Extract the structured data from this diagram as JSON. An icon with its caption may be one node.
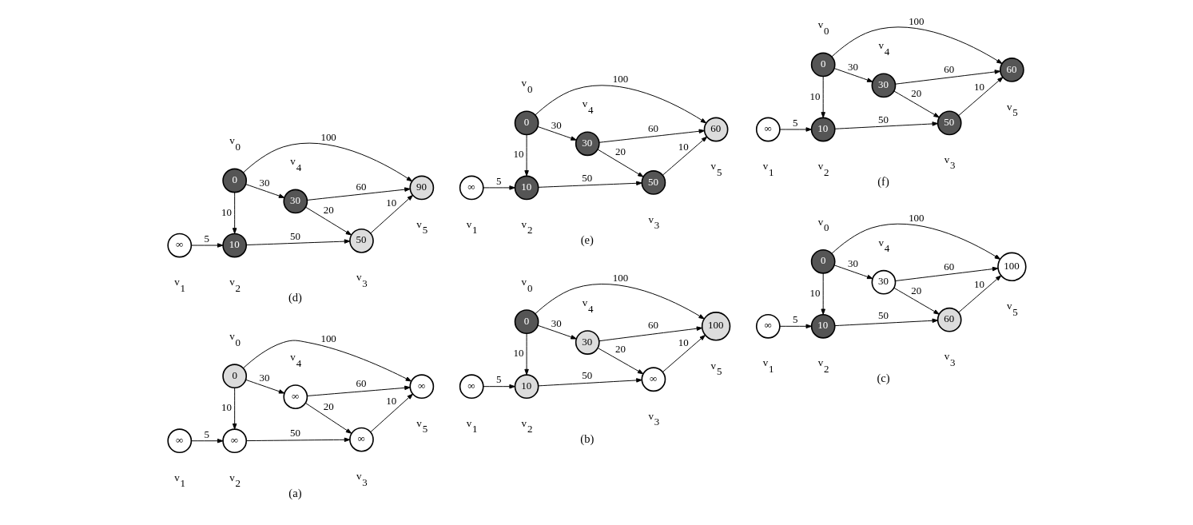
{
  "diagram": {
    "nodes": [
      {
        "text": [
          "0"
        ],
        "beside": [
          "v$_{0}$"
        ]
      },
      {
        "text": [
          "∞"
        ],
        "beside": [
          "v$_{4}$"
        ]
      },
      {
        "text": [
          "∞"
        ],
        "beside": [
          "v$_{2}$"
        ]
      },
      {
        "text": [
          "∞"
        ],
        "beside": [
          "v$_{3}$"
        ]
      },
      {
        "text": [
          "∞"
        ],
        "beside": [
          "v$_{5}$"
        ]
      },
      {
        "text": [
          "∞"
        ],
        "beside": [
          "v$_{1}$"
        ]
      },
      {
        "text": [
          "0"
        ],
        "beside": [
          "v$_{0}$"
        ]
      },
      {
        "text": [
          "30"
        ],
        "beside": [
          "v$_{4}$"
        ]
      },
      {
        "text": [
          "10"
        ],
        "beside": [
          "v$_{2}$"
        ]
      },
      {
        "text": [
          "∞"
        ],
        "beside": [
          "v$_{3}$"
        ]
      },
      {
        "text": [
          "100"
        ],
        "beside": [
          "v$_{5}$"
        ]
      },
      {
        "text": [
          "∞"
        ],
        "beside": [
          "v$_{1}$"
        ]
      },
      {
        "text": [
          "0"
        ],
        "beside": [
          "v$_{0}$"
        ]
      },
      {
        "text": [
          "30"
        ],
        "beside": [
          "v$_{4}$"
        ]
      },
      {
        "text": [
          "10"
        ],
        "beside": [
          "v$_{2}$"
        ]
      },
      {
        "text": [
          "60"
        ],
        "beside": [
          "v$_{3}$"
        ]
      },
      {
        "text": [
          "100"
        ],
        "beside": [
          "v$_{5}$"
        ]
      },
      {
        "text": [
          "∞"
        ],
        "beside": [
          "v$_{1}$"
        ]
      },
      {
        "text": [
          "0"
        ],
        "beside": [
          "v$_{0}$"
        ]
      },
      {
        "text": [
          "30"
        ],
        "beside": [
          "v$_{4}$"
        ]
      },
      {
        "text": [
          "10"
        ],
        "beside": [
          "v$_{2}$"
        ]
      },
      {
        "text": [
          "50"
        ],
        "beside": [
          "v$_{3}$"
        ]
      },
      {
        "text": [
          "90"
        ],
        "beside": [
          "v$_{5}$"
        ]
      },
      {
        "text": [
          "∞"
        ],
        "beside": [
          "v$_{1}$"
        ]
      },
      {
        "text": [
          "0"
        ],
        "beside": [
          "v$_{0}$"
        ]
      },
      {
        "text": [
          "30"
        ],
        "beside": [
          "v$_{4}$"
        ]
      },
      {
        "text": [
          "10"
        ],
        "beside": [
          "v$_{2}$"
        ]
      },
      {
        "text": [
          "50"
        ],
        "beside": [
          "v$_{3}$"
        ]
      },
      {
        "text": [
          "60"
        ],
        "beside": [
          "v$_{5}$"
        ]
      },
      {
        "text": [
          "∞"
        ],
        "beside": [
          "v$_{1}$"
        ]
      },
      {
        "text": [
          "0"
        ],
        "beside": [
          "v$_{0}$"
        ]
      },
      {
        "text": [
          "30"
        ],
        "beside": [
          "v$_{4}$"
        ]
      },
      {
        "text": [
          "10"
        ],
        "beside": [
          "v$_{2}$"
        ]
      },
      {
        "text": [
          "50"
        ],
        "beside": [
          "v$_{3}$"
        ]
      },
      {
        "text": [
          "60"
        ],
        "beside": [
          "v$_{5}$"
        ]
      },
      {
        "text": [
          "∞"
        ],
        "beside": [
          "v$_{1}$"
        ]
      }
    ],
    "edges": [
      {
        "from": 0,
        "to": 4,
        "arrow": "to",
        "label": "100"
      },
      {
        "from": 0,
        "to": 1,
        "arrow": "to",
        "label": "30"
      },
      {
        "from": 0,
        "to": 2,
        "arrow": "to",
        "label": "10"
      },
      {
        "from": 1,
        "to": 3,
        "arrow": "to",
        "label": "20"
      },
      {
        "from": 1,
        "to": 4,
        "arrow": "to",
        "label": "60"
      },
      {
        "from": 5,
        "to": 2,
        "arrow": "to",
        "label": "5"
      },
      {
        "from": 2,
        "to": 3,
        "arrow": "to",
        "label": "50"
      },
      {
        "from": 3,
        "to": 4,
        "arrow": "to",
        "label": "10"
      },
      {
        "from": 6,
        "to": 10,
        "arrow": "to",
        "label": "100"
      },
      {
        "from": 6,
        "to": 7,
        "arrow": "to",
        "label": "30"
      },
      {
        "from": 6,
        "to": 8,
        "arrow": "to",
        "label": "10"
      },
      {
        "from": 7,
        "to": 9,
        "arrow": "to",
        "label": "20"
      },
      {
        "from": 7,
        "to": 10,
        "arrow": "to",
        "label": "60"
      },
      {
        "from": 11,
        "to": 8,
        "arrow": "to",
        "label": "5"
      },
      {
        "from": 8,
        "to": 9,
        "arrow": "to",
        "label": "50"
      },
      {
        "from": 9,
        "to": 10,
        "arrow": "to",
        "label": "10"
      },
      {
        "from": 12,
        "to": 16,
        "arrow": "to",
        "label": "100"
      },
      {
        "from": 12,
        "to": 13,
        "arrow": "to",
        "label": "30"
      },
      {
        "from": 12,
        "to": 14,
        "arrow": "to",
        "label": "10"
      },
      {
        "from": 13,
        "to": 15,
        "arrow": "to",
        "label": "20"
      },
      {
        "from": 13,
        "to": 16,
        "arrow": "to",
        "label": "60"
      },
      {
        "from": 17,
        "to": 14,
        "arrow": "to",
        "label": "5"
      },
      {
        "from": 14,
        "to": 15,
        "arrow": "to",
        "label": "50"
      },
      {
        "from": 15,
        "to": 16,
        "arrow": "to",
        "label": "10"
      },
      {
        "from": 18,
        "to": 22,
        "arrow": "to",
        "label": "100"
      },
      {
        "from": 18,
        "to": 19,
        "arrow": "to",
        "label": "30"
      },
      {
        "from": 18,
        "to": 20,
        "arrow": "to",
        "label": "10"
      },
      {
        "from": 19,
        "to": 21,
        "arrow": "to",
        "label": "20"
      },
      {
        "from": 19,
        "to": 22,
        "arrow": "to",
        "label": "60"
      },
      {
        "from": 23,
        "to": 20,
        "arrow": "to",
        "label": "5"
      },
      {
        "from": 20,
        "to": 21,
        "arrow": "to",
        "label": "50"
      },
      {
        "from": 21,
        "to": 22,
        "arrow": "to",
        "label": "10"
      },
      {
        "from": 24,
        "to": 28,
        "arrow": "to",
        "label": "100"
      },
      {
        "from": 24,
        "to": 25,
        "arrow": "to",
        "label": "30"
      },
      {
        "from": 24,
        "to": 26,
        "arrow": "to",
        "label": "10"
      },
      {
        "from": 25,
        "to": 27,
        "arrow": "to",
        "label": "20"
      },
      {
        "from": 25,
        "to": 28,
        "arrow": "to",
        "label": "60"
      },
      {
        "from": 29,
        "to": 26,
        "arrow": "to",
        "label": "5"
      },
      {
        "from": 26,
        "to": 27,
        "arrow": "to",
        "label": "50"
      },
      {
        "from": 27,
        "to": 28,
        "arrow": "to",
        "label": "10"
      },
      {
        "from": 30,
        "to": 34,
        "arrow": "to",
        "label": "100"
      },
      {
        "from": 30,
        "to": 31,
        "arrow": "to",
        "label": "30"
      },
      {
        "from": 30,
        "to": 32,
        "arrow": "to",
        "label": "10"
      },
      {
        "from": 31,
        "to": 33,
        "arrow": "to",
        "label": "20"
      },
      {
        "from": 31,
        "to": 34,
        "arrow": "to",
        "label": "60"
      },
      {
        "from": 35,
        "to": 32,
        "arrow": "to",
        "label": "5"
      },
      {
        "from": 32,
        "to": 33,
        "arrow": "to",
        "label": "50"
      },
      {
        "from": 33,
        "to": 34,
        "arrow": "to",
        "label": "10"
      }
    ],
    "labels": [
      "(a)",
      "(b)",
      "(c)",
      "(d)",
      "(e)",
      "(f)"
    ]
  }
}
